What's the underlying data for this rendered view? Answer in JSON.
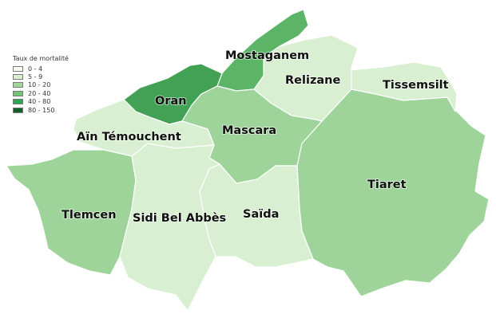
{
  "legend": {
    "title": "Taux de mortalité",
    "classes": [
      {
        "range": "0 - 4",
        "color": "#f7fcf5"
      },
      {
        "range": "5 - 9",
        "color": "#d8efd2"
      },
      {
        "range": "10 - 20",
        "color": "#a1d99b"
      },
      {
        "range": "20 - 40",
        "color": "#74c476"
      },
      {
        "range": "40 - 80",
        "color": "#31a354"
      },
      {
        "range": "80 - 150",
        "color": "#0f5f2c"
      }
    ]
  },
  "regions": [
    {
      "key": "mostaganem",
      "name": "Mostaganem",
      "class": "20 - 40",
      "color": "#5cb567"
    },
    {
      "key": "oran",
      "name": "Oran",
      "class": "40 - 80",
      "color": "#43a155"
    },
    {
      "key": "relizane",
      "name": "Relizane",
      "class": "5 - 9",
      "color": "#d8efd2"
    },
    {
      "key": "tissemsilt",
      "name": "Tissemsilt",
      "class": "5 - 9",
      "color": "#d8efd2"
    },
    {
      "key": "ain-temouchent",
      "name": "Aïn Témouchent",
      "class": "5 - 9",
      "color": "#d8efd2"
    },
    {
      "key": "mascara",
      "name": "Mascara",
      "class": "10 - 20",
      "color": "#9ed49a"
    },
    {
      "key": "tiaret",
      "name": "Tiaret",
      "class": "10 - 20",
      "color": "#9ed49a"
    },
    {
      "key": "tlemcen",
      "name": "Tlemcen",
      "class": "10 - 20",
      "color": "#9ed49a"
    },
    {
      "key": "sidi-bel-abbes",
      "name": "Sidi Bel Abbès",
      "class": "5 - 9",
      "color": "#d8efd2"
    },
    {
      "key": "saida",
      "name": "Saïda",
      "class": "5 - 9",
      "color": "#d8efd2"
    }
  ]
}
